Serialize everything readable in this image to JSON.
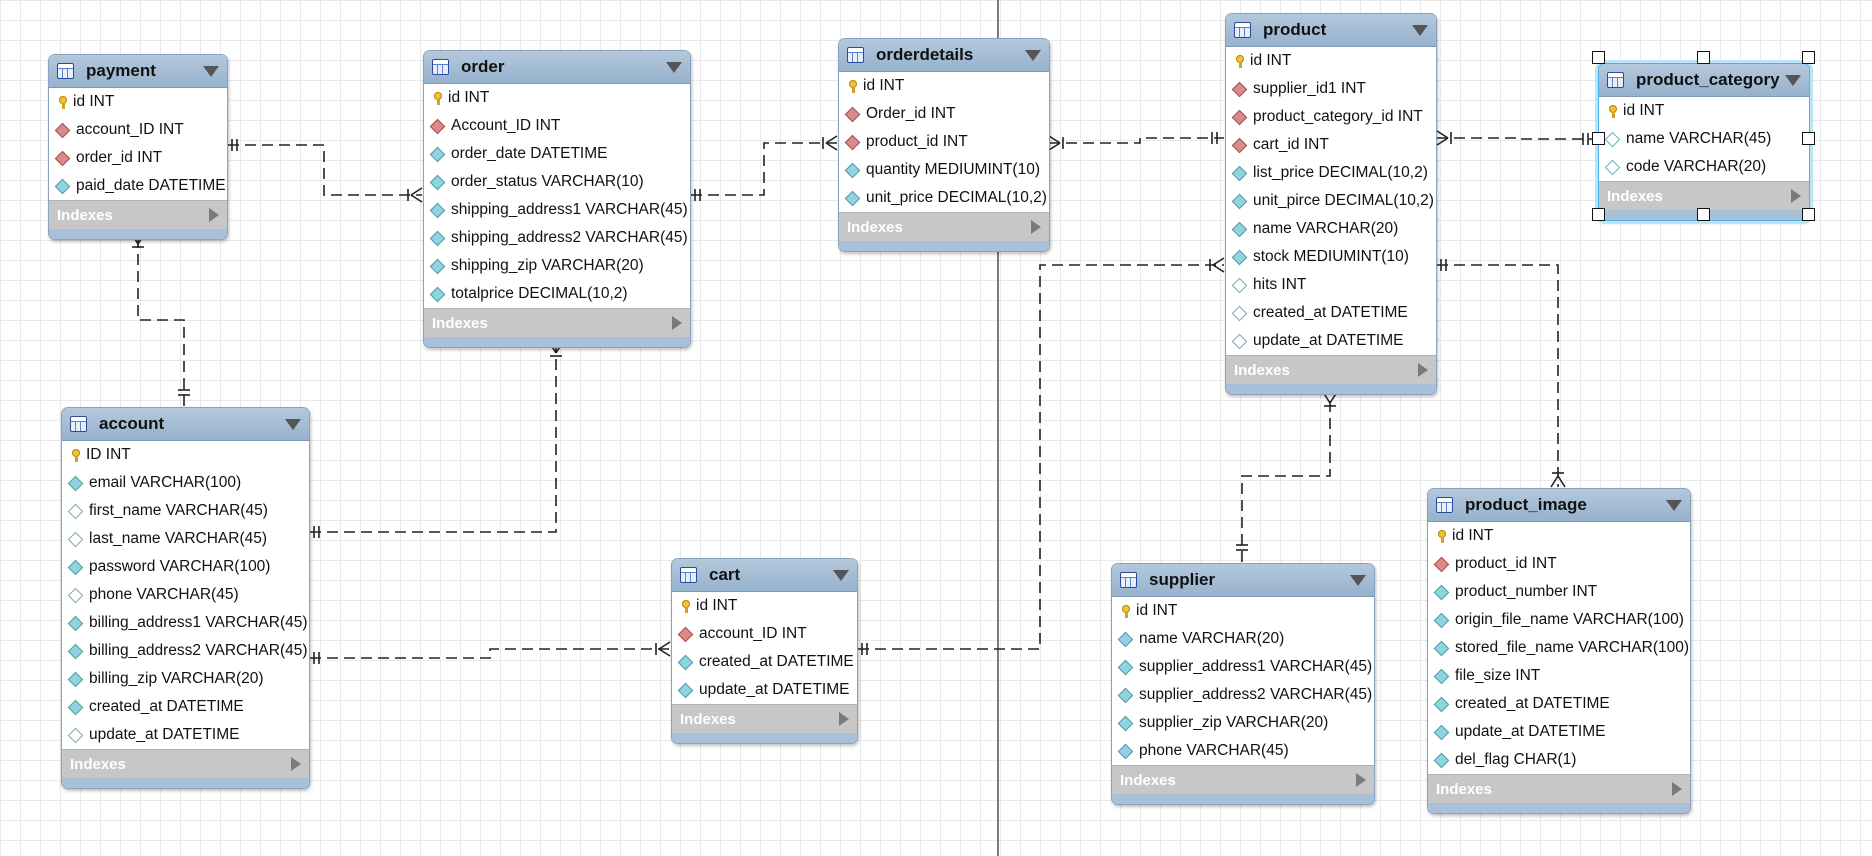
{
  "tables": {
    "payment": {
      "title": "payment",
      "indexes_label": "Indexes",
      "columns": [
        {
          "label": "id INT",
          "type": "pk"
        },
        {
          "label": "account_ID INT",
          "type": "fk"
        },
        {
          "label": "order_id INT",
          "type": "fk"
        },
        {
          "label": "paid_date DATETIME",
          "type": "nn"
        }
      ]
    },
    "order": {
      "title": "order",
      "indexes_label": "Indexes",
      "columns": [
        {
          "label": "id INT",
          "type": "pk"
        },
        {
          "label": "Account_ID INT",
          "type": "fk"
        },
        {
          "label": "order_date DATETIME",
          "type": "nn"
        },
        {
          "label": "order_status VARCHAR(10)",
          "type": "nn"
        },
        {
          "label": "shipping_address1 VARCHAR(45)",
          "type": "nn"
        },
        {
          "label": "shipping_address2 VARCHAR(45)",
          "type": "nn"
        },
        {
          "label": "shipping_zip VARCHAR(20)",
          "type": "nn"
        },
        {
          "label": "totalprice DECIMAL(10,2)",
          "type": "nn"
        }
      ]
    },
    "orderdetails": {
      "title": "orderdetails",
      "indexes_label": "Indexes",
      "columns": [
        {
          "label": "id INT",
          "type": "pk"
        },
        {
          "label": "Order_id INT",
          "type": "fk"
        },
        {
          "label": "product_id INT",
          "type": "fk"
        },
        {
          "label": "quantity MEDIUMINT(10)",
          "type": "nn"
        },
        {
          "label": "unit_price DECIMAL(10,2)",
          "type": "nn"
        }
      ]
    },
    "product": {
      "title": "product",
      "indexes_label": "Indexes",
      "columns": [
        {
          "label": "id INT",
          "type": "pk"
        },
        {
          "label": "supplier_id1 INT",
          "type": "fk"
        },
        {
          "label": "product_category_id INT",
          "type": "fk"
        },
        {
          "label": "cart_id INT",
          "type": "fk"
        },
        {
          "label": "list_price DECIMAL(10,2)",
          "type": "nn"
        },
        {
          "label": "unit_pirce DECIMAL(10,2)",
          "type": "nn"
        },
        {
          "label": "name VARCHAR(20)",
          "type": "nn"
        },
        {
          "label": "stock MEDIUMINT(10)",
          "type": "nn"
        },
        {
          "label": "hits INT",
          "type": "col"
        },
        {
          "label": "created_at DATETIME",
          "type": "col"
        },
        {
          "label": "update_at DATETIME",
          "type": "col"
        }
      ]
    },
    "product_category": {
      "title": "product_category",
      "indexes_label": "Indexes",
      "columns": [
        {
          "label": "id INT",
          "type": "pk"
        },
        {
          "label": "name VARCHAR(45)",
          "type": "col"
        },
        {
          "label": "code VARCHAR(20)",
          "type": "col"
        }
      ]
    },
    "account": {
      "title": "account",
      "indexes_label": "Indexes",
      "columns": [
        {
          "label": "ID INT",
          "type": "pk"
        },
        {
          "label": "email VARCHAR(100)",
          "type": "nn"
        },
        {
          "label": "first_name VARCHAR(45)",
          "type": "col"
        },
        {
          "label": "last_name VARCHAR(45)",
          "type": "col"
        },
        {
          "label": "password VARCHAR(100)",
          "type": "nn"
        },
        {
          "label": "phone VARCHAR(45)",
          "type": "col"
        },
        {
          "label": "billing_address1 VARCHAR(45)",
          "type": "nn"
        },
        {
          "label": "billing_address2 VARCHAR(45)",
          "type": "nn"
        },
        {
          "label": "billing_zip VARCHAR(20)",
          "type": "nn"
        },
        {
          "label": "created_at DATETIME",
          "type": "nn"
        },
        {
          "label": "update_at DATETIME",
          "type": "col"
        }
      ]
    },
    "cart": {
      "title": "cart",
      "indexes_label": "Indexes",
      "columns": [
        {
          "label": "id INT",
          "type": "pk"
        },
        {
          "label": "account_ID INT",
          "type": "fk"
        },
        {
          "label": "created_at DATETIME",
          "type": "nn"
        },
        {
          "label": "update_at DATETIME",
          "type": "nn"
        }
      ]
    },
    "supplier": {
      "title": "supplier",
      "indexes_label": "Indexes",
      "columns": [
        {
          "label": "id INT",
          "type": "pk"
        },
        {
          "label": "name VARCHAR(20)",
          "type": "nn"
        },
        {
          "label": "supplier_address1 VARCHAR(45)",
          "type": "nn"
        },
        {
          "label": "supplier_address2 VARCHAR(45)",
          "type": "nn"
        },
        {
          "label": "supplier_zip VARCHAR(20)",
          "type": "nn"
        },
        {
          "label": "phone VARCHAR(45)",
          "type": "nn"
        }
      ]
    },
    "product_image": {
      "title": "product_image",
      "indexes_label": "Indexes",
      "columns": [
        {
          "label": "id INT",
          "type": "pk"
        },
        {
          "label": "product_id INT",
          "type": "fk"
        },
        {
          "label": "product_number INT",
          "type": "nn"
        },
        {
          "label": "origin_file_name VARCHAR(100)",
          "type": "nn"
        },
        {
          "label": "stored_file_name VARCHAR(100)",
          "type": "nn"
        },
        {
          "label": "file_size INT",
          "type": "nn"
        },
        {
          "label": "created_at DATETIME",
          "type": "nn"
        },
        {
          "label": "update_at DATETIME",
          "type": "nn"
        },
        {
          "label": "del_flag CHAR(1)",
          "type": "nn"
        }
      ]
    }
  },
  "relationships": [
    {
      "from": "payment",
      "to": "order",
      "style": "one-to-many"
    },
    {
      "from": "order",
      "to": "orderdetails",
      "style": "one-to-many"
    },
    {
      "from": "orderdetails",
      "to": "product",
      "style": "many-to-one"
    },
    {
      "from": "product",
      "to": "product_category",
      "style": "many-to-one"
    },
    {
      "from": "account",
      "to": "payment",
      "style": "one-to-many"
    },
    {
      "from": "account",
      "to": "order",
      "style": "one-to-many"
    },
    {
      "from": "account",
      "to": "cart",
      "style": "one-to-many"
    },
    {
      "from": "cart",
      "to": "product",
      "style": "one-to-many"
    },
    {
      "from": "supplier",
      "to": "product",
      "style": "one-to-many"
    },
    {
      "from": "product",
      "to": "product_image",
      "style": "one-to-many"
    }
  ],
  "selected_table": "product_category"
}
